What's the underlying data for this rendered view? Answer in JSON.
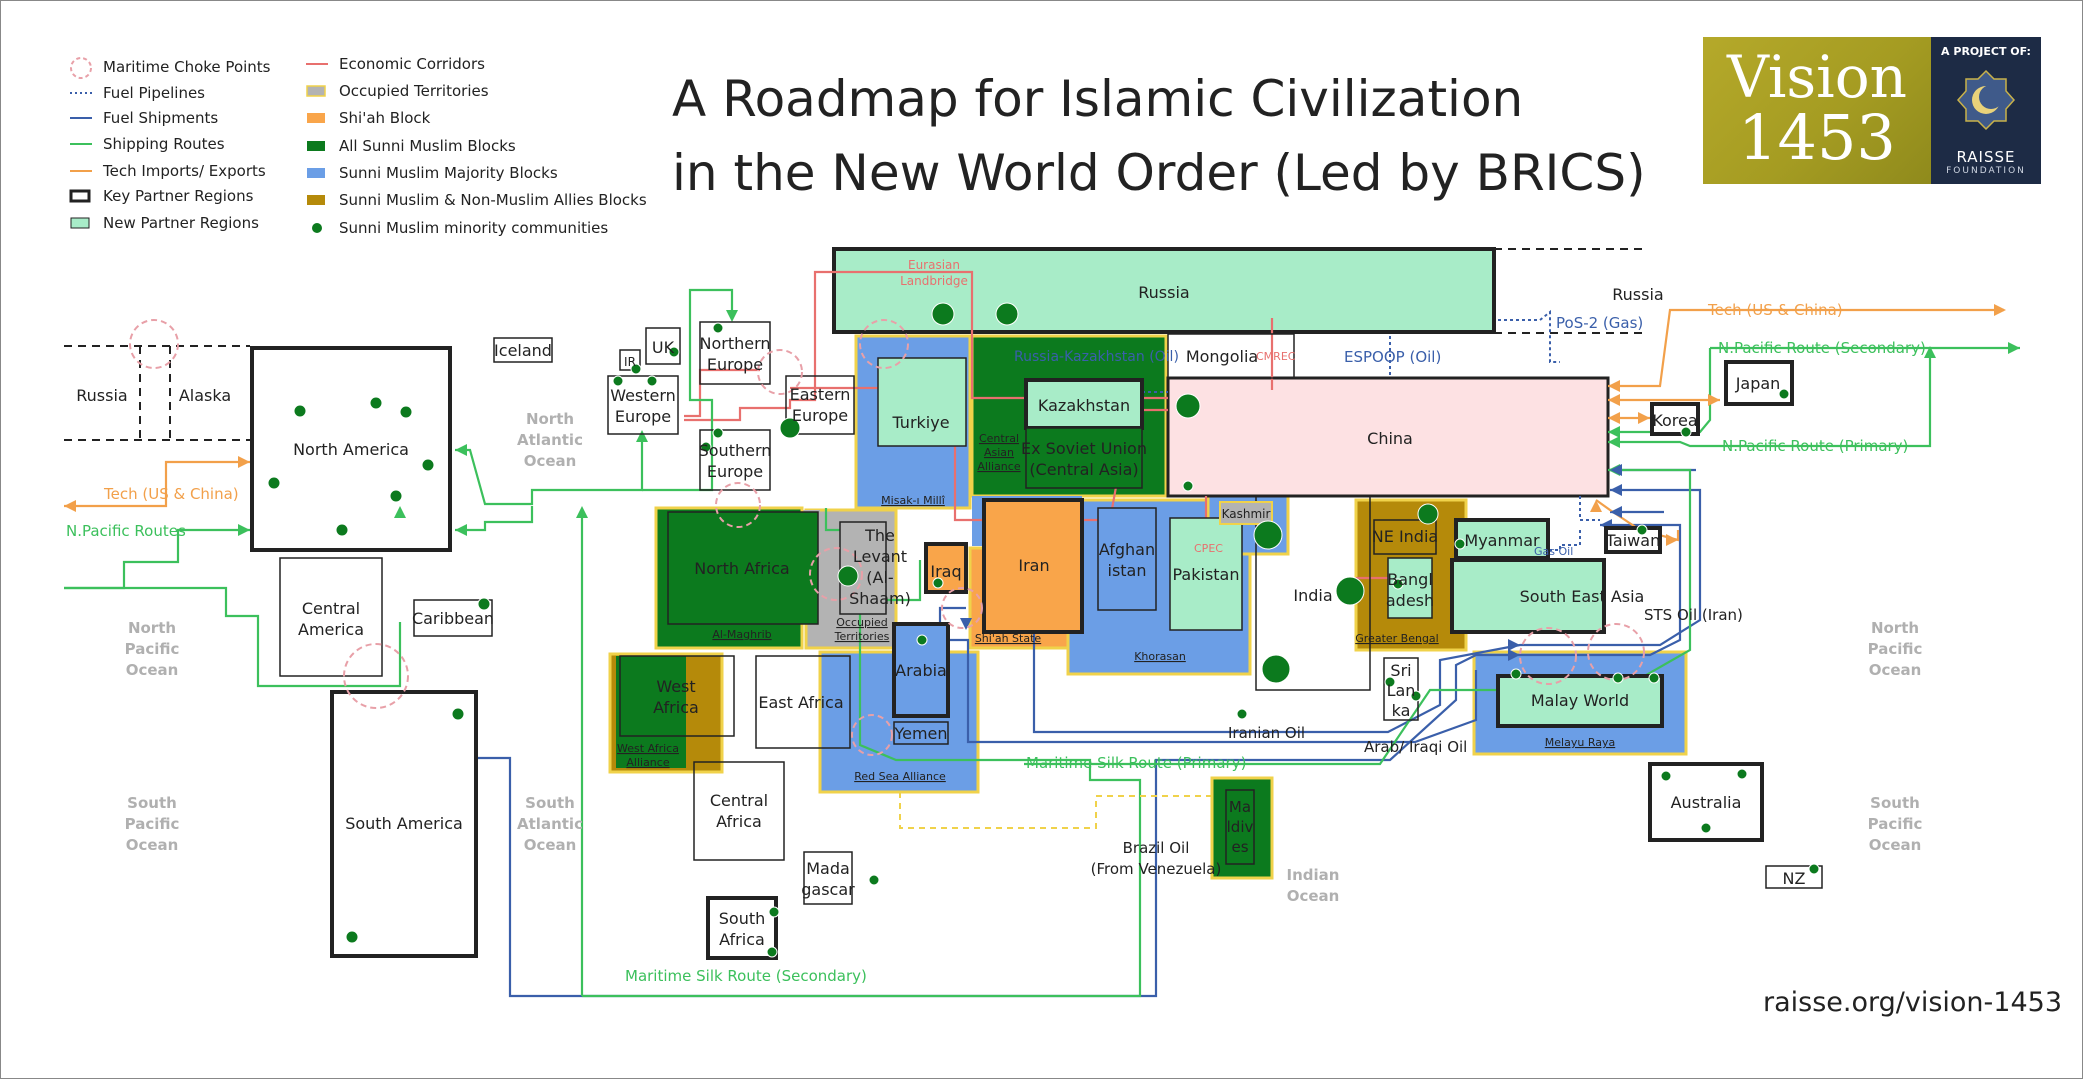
{
  "title": {
    "line1": "A Roadmap for Islamic Civilization",
    "line2": "in the New World Order (Led by BRICS)"
  },
  "logo": {
    "word": "Vision",
    "year": "1453",
    "project": "A PROJECT OF:",
    "org": "RAISSE",
    "sub": "FOUNDATION",
    "emblem_icon": "crescent-emblem-icon"
  },
  "url": "raisse.org/vision-1453",
  "colors": {
    "new_partner": "#a8ecc8",
    "sunni_block": "#0c7a1e",
    "sunni_majority": "#6b9ee6",
    "shiah": "#f9a54a",
    "occupied": "#b3b3b3",
    "allies": "#b58a0a",
    "china": "#fde1e3",
    "economic": "#e8706e",
    "fuel": "#3a5faa",
    "shipping": "#3cc05c",
    "tech": "#f2a04a",
    "community": "#0c7a1e"
  },
  "legend": {
    "left": [
      {
        "key": "choke",
        "label": "Maritime Choke Points"
      },
      {
        "key": "pipe",
        "label": "Fuel Pipelines"
      },
      {
        "key": "fuel",
        "label": "Fuel Shipments"
      },
      {
        "key": "ship",
        "label": "Shipping Routes"
      },
      {
        "key": "tech",
        "label": "Tech Imports/ Exports"
      },
      {
        "key": "keyp",
        "label": "Key Partner Regions"
      },
      {
        "key": "newp",
        "label": "New Partner Regions"
      }
    ],
    "right": [
      {
        "key": "econ",
        "label": "Economic Corridors"
      },
      {
        "key": "occ",
        "label": "Occupied Territories"
      },
      {
        "key": "shia",
        "label": "Shi'ah Block"
      },
      {
        "key": "sunni",
        "label": "All Sunni Muslim Blocks"
      },
      {
        "key": "maj",
        "label": "Sunni Muslim Majority Blocks"
      },
      {
        "key": "ally",
        "label": "Sunni Muslim & Non-Muslim Allies Blocks"
      },
      {
        "key": "comm",
        "label": "Sunni Muslim minority communities"
      }
    ]
  },
  "regions": {
    "russia": "Russia",
    "russia_far": "Russia",
    "russia_west": "Russia",
    "alaska": "Alaska",
    "north_america": "North America",
    "central_america": "Central America",
    "caribbean": "Caribbean",
    "south_america": "South America",
    "iceland": "Iceland",
    "uk": "UK",
    "ir": "IR",
    "northern_europe": "Northern Europe",
    "western_europe": "Western Europe",
    "southern_europe": "Southern Europe",
    "eastern_europe": "Eastern Europe",
    "turkiye": "Turkiye",
    "misak": "Misak-ı Millî",
    "central_asian_alliance": "Central Asian Alliance",
    "kazakhstan": "Kazakhstan",
    "ex_soviet": "Ex Soviet Union (Central Asia)",
    "mongolia": "Mongolia",
    "china": "China",
    "north_africa": "North Africa",
    "al_maghrib": "Al-Maghrib",
    "levant": "The Levant (Al-Shaam)",
    "occupied": "Occupied Territories",
    "iraq": "Iraq",
    "iran": "Iran",
    "shiah_state": "Shi'ah State",
    "afghanistan": "Afghanistan",
    "pakistan": "Pakistan",
    "khorasan": "Khorasan",
    "kashmir": "Kashmir",
    "india": "India",
    "ne_india": "NE India",
    "bangladesh": "Bangladesh",
    "greater_bengal": "Greater Bengal",
    "myanmar": "Myanmar",
    "south_east_asia": "South East Asia",
    "japan": "Japan",
    "korea": "Korea",
    "taiwan": "Taiwan",
    "west_africa": "West Africa",
    "west_africa_alliance": "West Africa Alliance",
    "east_africa": "East Africa",
    "arabia": "Arabia",
    "yemen": "Yemen",
    "red_sea_alliance": "Red Sea Alliance",
    "central_africa": "Central Africa",
    "madagascar": "Madagascar",
    "south_africa": "South Africa",
    "sri_lanka": "Sri Lanka",
    "maldives": "Maldives",
    "malay_world": "Malay World",
    "melayu_raya": "Melayu Raya",
    "australia": "Australia",
    "nz": "NZ"
  },
  "oceans": {
    "north_atlantic": "North Atlantic Ocean",
    "south_atlantic": "South Atlantic Ocean",
    "north_pacific_w": "North Pacific Ocean",
    "south_pacific_w": "South Pacific Ocean",
    "north_pacific_e": "North Pacific Ocean",
    "south_pacific_e": "South Pacific Ocean",
    "indian": "Indian Ocean"
  },
  "routes": {
    "eurasian_landbridge": "Eurasian Landbridge",
    "russia_kazakhstan": "Russia-Kazakhstan (Oil)",
    "cmrec": "CMREC",
    "cpec": "CPEC",
    "espoop": "ESPOOP (Oil)",
    "pos2": "PoS-2 (Gas)",
    "tech_east": "Tech (US & China)",
    "tech_west": "Tech (US & China)",
    "np_secondary": "N.Pacific Route (Secondary)",
    "np_primary": "N.Pacific Route (Primary)",
    "np_routes": "N.Pacific Routes",
    "gas_oil": "Gas Oil",
    "sts_oil": "STS Oil (Iran)",
    "iranian_oil": "Iranian Oil",
    "arab_iraqi_oil": "Arab/ Iraqi Oil",
    "msr_primary": "Maritime Silk Route (Primary)",
    "msr_secondary": "Maritime Silk Route (Secondary)",
    "brazil_oil": "Brazil Oil (From Venezuela)"
  }
}
